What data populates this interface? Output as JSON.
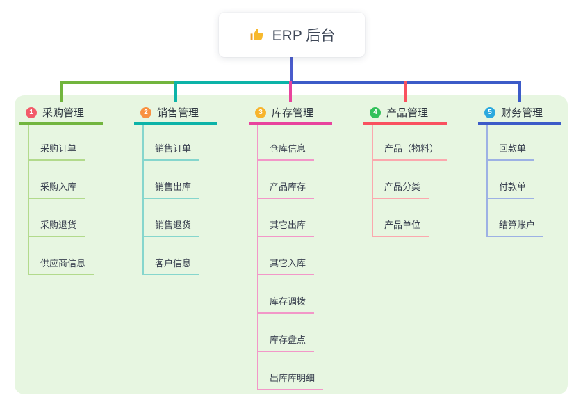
{
  "root": {
    "label": "ERP 后台",
    "icon": "thumbs-up-icon",
    "connector_color": "#4a5ccc"
  },
  "panel": {
    "background": "#e7f6e1"
  },
  "branches": [
    {
      "num": "1",
      "label": "采购管理",
      "badge_color": "#f25b69",
      "line_color": "#72b53e",
      "light_color": "#b2da8c",
      "children": [
        "采购订单",
        "采购入库",
        "采购退货",
        "供应商信息"
      ]
    },
    {
      "num": "2",
      "label": "销售管理",
      "badge_color": "#f99140",
      "line_color": "#0cb3a8",
      "light_color": "#86d6cd",
      "children": [
        "销售订单",
        "销售出库",
        "销售退货",
        "客户信息"
      ]
    },
    {
      "num": "3",
      "label": "库存管理",
      "badge_color": "#f7b42c",
      "line_color": "#e8439d",
      "light_color": "#f297c8",
      "children": [
        "仓库信息",
        "产品库存",
        "其它出库",
        "其它入库",
        "库存调拨",
        "库存盘点",
        "出库库明细"
      ]
    },
    {
      "num": "4",
      "label": "产品管理",
      "badge_color": "#33c15b",
      "line_color": "#f9515f",
      "light_color": "#fba8ae",
      "children": [
        "产品（物料）",
        "产品分类",
        "产品单位"
      ]
    },
    {
      "num": "5",
      "label": "财务管理",
      "badge_color": "#2ba9de",
      "line_color": "#3c5bc8",
      "light_color": "#9db1e4",
      "children": [
        "回款单",
        "付款单",
        "结算账户"
      ]
    }
  ]
}
